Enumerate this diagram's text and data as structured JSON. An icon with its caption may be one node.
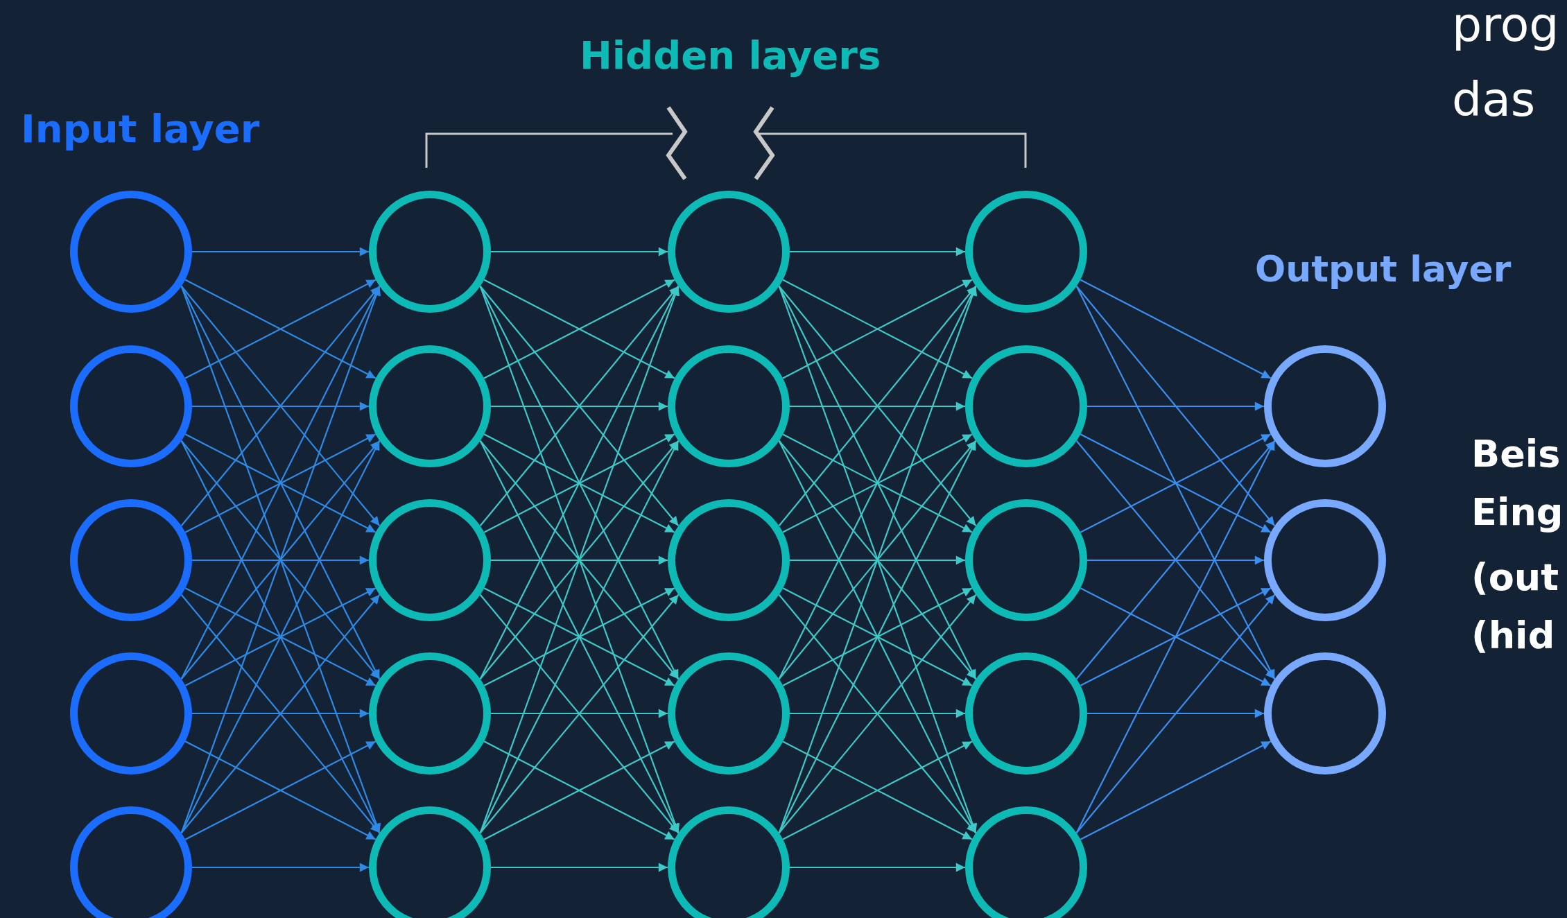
{
  "diagram": {
    "nodes": [
      {
        "text": [],
        "shape": "circle"
      },
      {
        "text": [],
        "shape": "circle"
      },
      {
        "text": [],
        "shape": "circle"
      },
      {
        "text": [],
        "shape": "circle"
      },
      {
        "text": [],
        "shape": "circle"
      },
      {
        "text": [],
        "shape": "circle"
      },
      {
        "text": [],
        "shape": "circle"
      },
      {
        "text": [],
        "shape": "circle"
      },
      {
        "text": [],
        "shape": "circle"
      },
      {
        "text": [],
        "shape": "circle"
      },
      {
        "text": [],
        "shape": "circle"
      },
      {
        "text": [],
        "shape": "circle"
      },
      {
        "text": [],
        "shape": "circle"
      },
      {
        "text": [],
        "shape": "circle"
      },
      {
        "text": [],
        "shape": "circle"
      },
      {
        "text": [],
        "shape": "circle"
      },
      {
        "text": [],
        "shape": "circle"
      },
      {
        "text": [],
        "shape": "circle"
      },
      {
        "text": [],
        "shape": "circle"
      },
      {
        "text": [],
        "shape": "circle"
      },
      {
        "text": [],
        "shape": "circle"
      },
      {
        "text": [],
        "shape": "circle"
      },
      {
        "text": [],
        "shape": "circle"
      }
    ],
    "edges": [
      {
        "from": 0,
        "to": 5,
        "arrow": "to",
        "color": "#2e8ae6"
      },
      {
        "from": 0,
        "to": 6,
        "arrow": "to",
        "color": "#2e8ae6"
      },
      {
        "from": 0,
        "to": 7,
        "arrow": "to",
        "color": "#2e8ae6"
      },
      {
        "from": 0,
        "to": 8,
        "arrow": "to",
        "color": "#2e8ae6"
      },
      {
        "from": 0,
        "to": 9,
        "arrow": "to",
        "color": "#2e8ae6"
      },
      {
        "from": 1,
        "to": 5,
        "arrow": "to",
        "color": "#2e8ae6"
      },
      {
        "from": 1,
        "to": 6,
        "arrow": "to",
        "color": "#2e8ae6"
      },
      {
        "from": 1,
        "to": 7,
        "arrow": "to",
        "color": "#2e8ae6"
      },
      {
        "from": 1,
        "to": 8,
        "arrow": "to",
        "color": "#2e8ae6"
      },
      {
        "from": 1,
        "to": 9,
        "arrow": "to",
        "color": "#2e8ae6"
      },
      {
        "from": 2,
        "to": 5,
        "arrow": "to",
        "color": "#2e8ae6"
      },
      {
        "from": 2,
        "to": 6,
        "arrow": "to",
        "color": "#2e8ae6"
      },
      {
        "from": 2,
        "to": 7,
        "arrow": "to",
        "color": "#2e8ae6"
      },
      {
        "from": 2,
        "to": 8,
        "arrow": "to",
        "color": "#2e8ae6"
      },
      {
        "from": 2,
        "to": 9,
        "arrow": "to",
        "color": "#2e8ae6"
      },
      {
        "from": 3,
        "to": 5,
        "arrow": "to",
        "color": "#2e8ae6"
      },
      {
        "from": 3,
        "to": 6,
        "arrow": "to",
        "color": "#2e8ae6"
      },
      {
        "from": 3,
        "to": 7,
        "arrow": "to",
        "color": "#2e8ae6"
      },
      {
        "from": 3,
        "to": 8,
        "arrow": "to",
        "color": "#2e8ae6"
      },
      {
        "from": 3,
        "to": 9,
        "arrow": "to",
        "color": "#2e8ae6"
      },
      {
        "from": 4,
        "to": 5,
        "arrow": "to",
        "color": "#2e8ae6"
      },
      {
        "from": 4,
        "to": 6,
        "arrow": "to",
        "color": "#2e8ae6"
      },
      {
        "from": 4,
        "to": 7,
        "arrow": "to",
        "color": "#2e8ae6"
      },
      {
        "from": 4,
        "to": 8,
        "arrow": "to",
        "color": "#2e8ae6"
      },
      {
        "from": 4,
        "to": 9,
        "arrow": "to",
        "color": "#2e8ae6"
      },
      {
        "from": 5,
        "to": 10,
        "arrow": "to"
      },
      {
        "from": 5,
        "to": 11,
        "arrow": "to"
      },
      {
        "from": 5,
        "to": 12,
        "arrow": "to"
      },
      {
        "from": 5,
        "to": 13,
        "arrow": "to"
      },
      {
        "from": 5,
        "to": 14,
        "arrow": "to"
      },
      {
        "from": 6,
        "to": 10,
        "arrow": "to"
      },
      {
        "from": 6,
        "to": 11,
        "arrow": "to"
      },
      {
        "from": 6,
        "to": 12,
        "arrow": "to"
      },
      {
        "from": 6,
        "to": 13,
        "arrow": "to"
      },
      {
        "from": 6,
        "to": 14,
        "arrow": "to"
      },
      {
        "from": 7,
        "to": 10,
        "arrow": "to"
      },
      {
        "from": 7,
        "to": 11,
        "arrow": "to"
      },
      {
        "from": 7,
        "to": 12,
        "arrow": "to"
      },
      {
        "from": 7,
        "to": 13,
        "arrow": "to"
      },
      {
        "from": 7,
        "to": 14,
        "arrow": "to"
      },
      {
        "from": 8,
        "to": 10,
        "arrow": "to"
      },
      {
        "from": 8,
        "to": 11,
        "arrow": "to"
      },
      {
        "from": 8,
        "to": 12,
        "arrow": "to"
      },
      {
        "from": 8,
        "to": 13,
        "arrow": "to"
      },
      {
        "from": 8,
        "to": 14,
        "arrow": "to"
      },
      {
        "from": 9,
        "to": 10,
        "arrow": "to"
      },
      {
        "from": 9,
        "to": 11,
        "arrow": "to"
      },
      {
        "from": 9,
        "to": 12,
        "arrow": "to"
      },
      {
        "from": 9,
        "to": 13,
        "arrow": "to"
      },
      {
        "from": 9,
        "to": 14,
        "arrow": "to"
      },
      {
        "from": 10,
        "to": 15,
        "arrow": "to"
      },
      {
        "from": 10,
        "to": 16,
        "arrow": "to"
      },
      {
        "from": 10,
        "to": 17,
        "arrow": "to"
      },
      {
        "from": 10,
        "to": 18,
        "arrow": "to"
      },
      {
        "from": 10,
        "to": 19,
        "arrow": "to"
      },
      {
        "from": 11,
        "to": 15,
        "arrow": "to"
      },
      {
        "from": 11,
        "to": 16,
        "arrow": "to"
      },
      {
        "from": 11,
        "to": 17,
        "arrow": "to"
      },
      {
        "from": 11,
        "to": 18,
        "arrow": "to"
      },
      {
        "from": 11,
        "to": 19,
        "arrow": "to"
      },
      {
        "from": 12,
        "to": 15,
        "arrow": "to"
      },
      {
        "from": 12,
        "to": 16,
        "arrow": "to"
      },
      {
        "from": 12,
        "to": 17,
        "arrow": "to"
      },
      {
        "from": 12,
        "to": 18,
        "arrow": "to"
      },
      {
        "from": 12,
        "to": 19,
        "arrow": "to"
      },
      {
        "from": 13,
        "to": 15,
        "arrow": "to"
      },
      {
        "from": 13,
        "to": 16,
        "arrow": "to"
      },
      {
        "from": 13,
        "to": 17,
        "arrow": "to"
      },
      {
        "from": 13,
        "to": 18,
        "arrow": "to"
      },
      {
        "from": 13,
        "to": 19,
        "arrow": "to"
      },
      {
        "from": 14,
        "to": 15,
        "arrow": "to"
      },
      {
        "from": 14,
        "to": 16,
        "arrow": "to"
      },
      {
        "from": 14,
        "to": 17,
        "arrow": "to"
      },
      {
        "from": 14,
        "to": 18,
        "arrow": "to"
      },
      {
        "from": 14,
        "to": 19,
        "arrow": "to"
      },
      {
        "from": 15,
        "to": 20,
        "arrow": "to",
        "color": "#3b8ff0"
      },
      {
        "from": 15,
        "to": 21,
        "arrow": "to",
        "color": "#3b8ff0"
      },
      {
        "from": 15,
        "to": 22,
        "arrow": "to",
        "color": "#3b8ff0"
      },
      {
        "from": 16,
        "to": 20,
        "arrow": "to",
        "color": "#3b8ff0"
      },
      {
        "from": 16,
        "to": 21,
        "arrow": "to",
        "color": "#3b8ff0"
      },
      {
        "from": 16,
        "to": 22,
        "arrow": "to",
        "color": "#3b8ff0"
      },
      {
        "from": 17,
        "to": 20,
        "arrow": "to",
        "color": "#3b8ff0"
      },
      {
        "from": 17,
        "to": 21,
        "arrow": "to",
        "color": "#3b8ff0"
      },
      {
        "from": 17,
        "to": 22,
        "arrow": "to",
        "color": "#3b8ff0"
      },
      {
        "from": 18,
        "to": 20,
        "arrow": "to",
        "color": "#3b8ff0"
      },
      {
        "from": 18,
        "to": 21,
        "arrow": "to",
        "color": "#3b8ff0"
      },
      {
        "from": 18,
        "to": 22,
        "arrow": "to",
        "color": "#3b8ff0"
      },
      {
        "from": 19,
        "to": 20,
        "arrow": "to",
        "color": "#3b8ff0"
      },
      {
        "from": 19,
        "to": 21,
        "arrow": "to",
        "color": "#3b8ff0"
      },
      {
        "from": 19,
        "to": 22,
        "arrow": "to",
        "color": "#3b8ff0"
      }
    ],
    "labels": [
      "prog",
      "das",
      "Hidden layers",
      "Input layer",
      "Output layer",
      "Beis",
      "Eing",
      "(out",
      "(hid"
    ]
  }
}
